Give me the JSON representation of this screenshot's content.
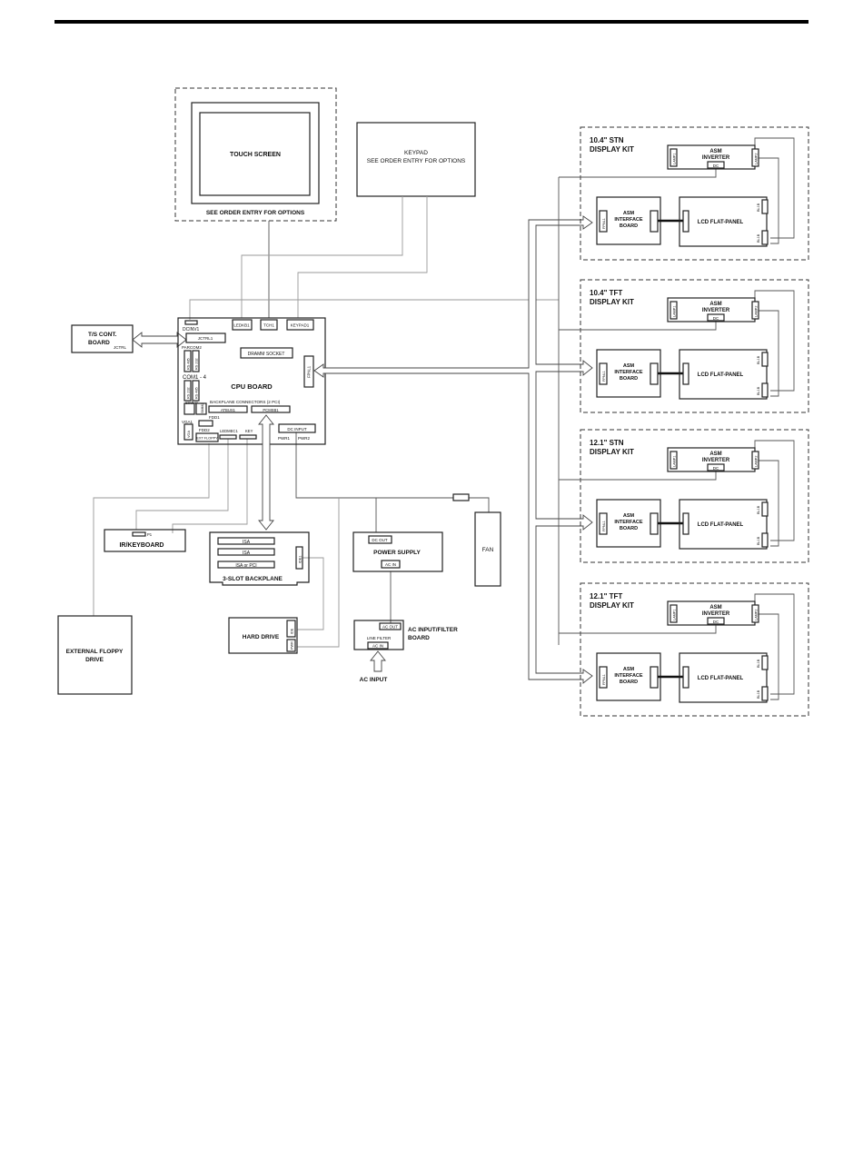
{
  "touch": {
    "title": "TOUCH SCREEN",
    "note": "SEE ORDER ENTRY FOR OPTIONS"
  },
  "keypad": {
    "line1": "KEYPAD",
    "line2": "SEE ORDER ENTRY FOR OPTIONS"
  },
  "ts_board": {
    "line1": "T/S CONT.",
    "line2": "BOARD",
    "conn": "JCTRL"
  },
  "cpu": {
    "title": "CPU BOARD",
    "dramm": "DRAMM SOCKET",
    "dcinv": "DCINV1",
    "ledkb": "LEDKB1",
    "tch": "TCH1",
    "keypad": "KEYPAD1",
    "jctrl": "JCTRL1",
    "parcom": "PARCOM2",
    "com": "COM1 - 4",
    "rs485": "RS 485",
    "rs232": "RS 232",
    "fpnl": "FPNL1",
    "simm": "SIMM1",
    "simm2": "SIMM2",
    "backplane": "BACKPLANE CONNECTORS (2 PCI)",
    "atbus": "ATBUS1",
    "pcmsb": "PCMSB1",
    "fdd1": "FDD1",
    "vga1": "VGA1",
    "fdd2": "FDD2",
    "vga": "VGA",
    "ext_floppy": "EXT FLOPPY",
    "ledmec": "LEDMEC1",
    "key": "KEY",
    "dcinput": "DC INPUT",
    "pwr1": "PWR1",
    "pwr2": "PWR2"
  },
  "irkb": {
    "label": "IR/KEYBOARD",
    "conn": "P1"
  },
  "ext_floppy": {
    "line1": "EXTERNAL FLOPPY",
    "line2": "DRIVE"
  },
  "backplane": {
    "slot1": "ISA",
    "slot2": "ISA",
    "slot3": "ISA or PCI",
    "label": "3-SLOT BACKPLANE",
    "ide": "IDE1"
  },
  "harddrive": {
    "label": "HARD DRIVE",
    "c1": "IDE",
    "c2": "PWR"
  },
  "power": {
    "dcout": "DC OUT",
    "label": "POWER SUPPLY",
    "acin": "AC IN"
  },
  "fan": {
    "label": "FAN"
  },
  "acfilter": {
    "acout": "AC OUT",
    "line1": "AC INPUT/FILTER",
    "line2": "BOARD",
    "fil": "LINE FILTER",
    "acin": "AC IN",
    "input": "AC INPUT"
  },
  "kits": [
    {
      "title1": "10.4\" STN",
      "title2": "DISPLAY KIT"
    },
    {
      "title1": "10.4\" TFT",
      "title2": "DISPLAY KIT"
    },
    {
      "title1": "12.1\" STN",
      "title2": "DISPLAY KIT"
    },
    {
      "title1": "12.1\" TFT",
      "title2": "DISPLAY KIT"
    }
  ],
  "kit_common": {
    "inverter1": "ASM",
    "inverter2": "INVERTER",
    "lamp1": "LAMP1",
    "lamp2": "LAMP2",
    "dc": "DC",
    "iface1": "ASM",
    "iface2": "INTERFACE",
    "iface3": "BOARD",
    "fpnl": "FPNL1",
    "lcd": "LCD FLAT-PANEL",
    "bl1": "BL1B",
    "bl2": "BL1B"
  }
}
